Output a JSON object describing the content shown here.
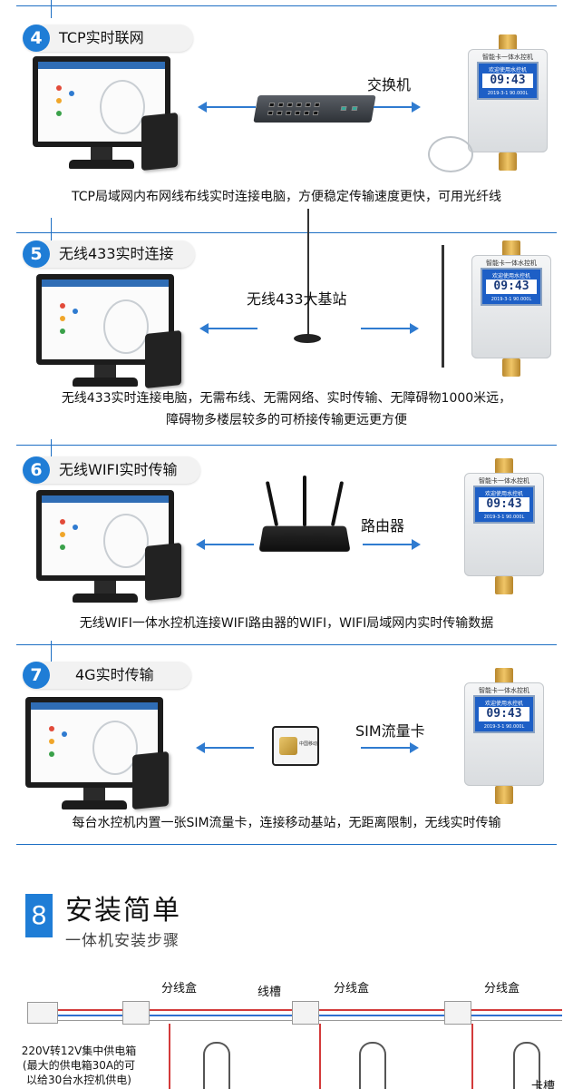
{
  "sections": [
    {
      "num": "4",
      "title": "TCP实时联网",
      "middle_label": "交换机",
      "description": "TCP局域网内布网线布线实时连接电脑，方便稳定传输速度更快，可用光纤线"
    },
    {
      "num": "5",
      "title": "无线433实时连接",
      "middle_label": "无线433大基站",
      "description_line1": "无线433实时连接电脑，无需布线、无需网络、实时传输、无障碍物1000米远，",
      "description_line2": "障碍物多楼层较多的可桥接传输更远更方便"
    },
    {
      "num": "6",
      "title": "无线WIFI实时传输",
      "middle_label": "路由器",
      "description": "无线WIFI一体水控机连接WIFI路由器的WIFI，WIFI局域网内实时传输数据"
    },
    {
      "num": "7",
      "title": "4G实时传输",
      "middle_label": "SIM流量卡",
      "description": "每台水控机内置一张SIM流量卡，连接移动基站，无距离限制，无线实时传输"
    }
  ],
  "device": {
    "title": "智能卡一体水控机",
    "welcome": "欢迎使用水控机",
    "time": "09:43",
    "date": "2019-3-1  90.000L"
  },
  "sim_card": {
    "brand": "中国移动"
  },
  "install": {
    "num": "8",
    "title": "安装简单",
    "subtitle": "一体机安装步骤",
    "labels": {
      "junction_box": "分线盒",
      "trunking": "线槽",
      "psu_line1": "220V转12V集中供电箱",
      "psu_line2": "(最大的供电箱30A的可",
      "psu_line3": "以给30台水控机供电)",
      "card_slot": "卡槽"
    }
  },
  "colors": {
    "accent": "#1f7dd6",
    "arrow": "#2f7bd0",
    "wire_red": "#d33a3a",
    "wire_blue": "#2f6fd0"
  }
}
